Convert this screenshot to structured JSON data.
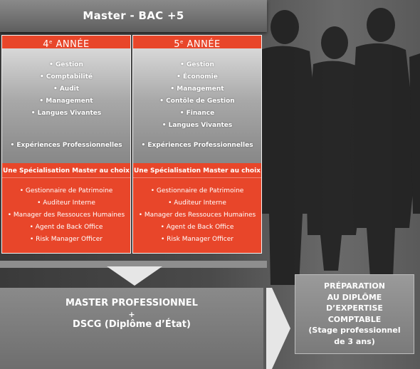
{
  "header": {
    "title": "Master - BAC +5"
  },
  "columns": [
    {
      "year_num": "4",
      "year_sup": "e",
      "year_word": " ANNÉE",
      "subjects": [
        "• Gestion",
        "• Comptabilité",
        "• Audit",
        "• Management",
        "• Langues Vivantes"
      ],
      "experience": "• Expériences Professionnelles",
      "spec_title": "Une Spécialisation Master au choix",
      "specs": [
        "• Gestionnaire de Patrimoine",
        "• Auditeur Interne",
        "• Manager des Ressouces Humaines",
        "• Agent de Back Office",
        "• Risk Manager Officer"
      ]
    },
    {
      "year_num": "5",
      "year_sup": "e",
      "year_word": " ANNÉE",
      "subjects": [
        "• Gestion",
        "• Économie",
        "• Management",
        "• Contôle de Gestion",
        "• Finance",
        "• Langues Vivantes"
      ],
      "experience": "• Expériences Professionnelles",
      "spec_title": "Une Spécialisation Master au choix",
      "specs": [
        "• Gestionnaire de Patrimoine",
        "• Auditeur Interne",
        "• Manager des Ressouces Humaines",
        "• Agent de Back Office",
        "• Risk Manager Officer"
      ]
    }
  ],
  "master": {
    "line1": "MASTER PROFESSIONNEL",
    "plus": "+",
    "line2": "DSCG (Diplôme d’État)"
  },
  "prep": {
    "lines": [
      "PRÉPARATION",
      "AU DIPLÔME",
      "D’EXPERTISE",
      "COMPTABLE",
      "(Stage professionnel",
      "de 3 ans)"
    ]
  },
  "colors": {
    "accent": "#e8462a",
    "panel": "#8a8a8a"
  }
}
